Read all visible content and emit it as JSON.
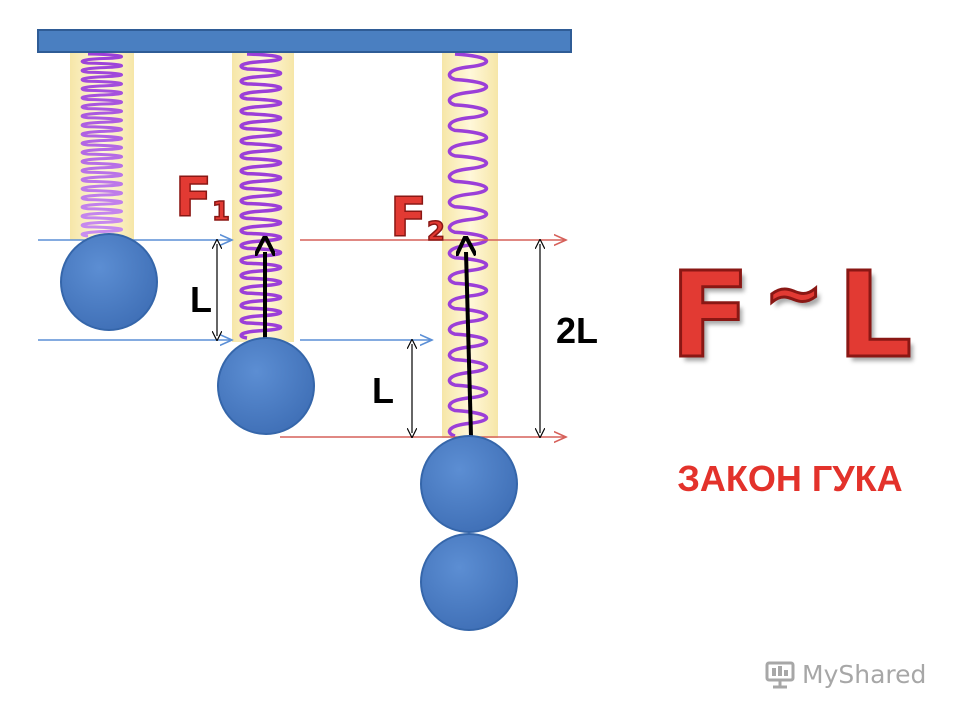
{
  "diagram": {
    "force_1": {
      "letter": "F",
      "subscript": "1"
    },
    "force_2": {
      "letter": "F",
      "subscript": "2"
    },
    "extension_labels": {
      "first": "L",
      "second": "L",
      "total": "2L"
    }
  },
  "formula": {
    "left": "F",
    "tilde": "~",
    "right": "L"
  },
  "law_title": "ЗАКОН ГУКА",
  "logo": {
    "text": "MyShared",
    "icon": "myshared-logo-icon"
  },
  "colors": {
    "beam": "#4a7fc1",
    "ball": "#4a7bc4",
    "spring": "#9b3fd8",
    "tube": "#fdf0c2",
    "blue_line": "#5b8fd6",
    "red_line": "#d6605a",
    "title_red": "#e3322b"
  }
}
